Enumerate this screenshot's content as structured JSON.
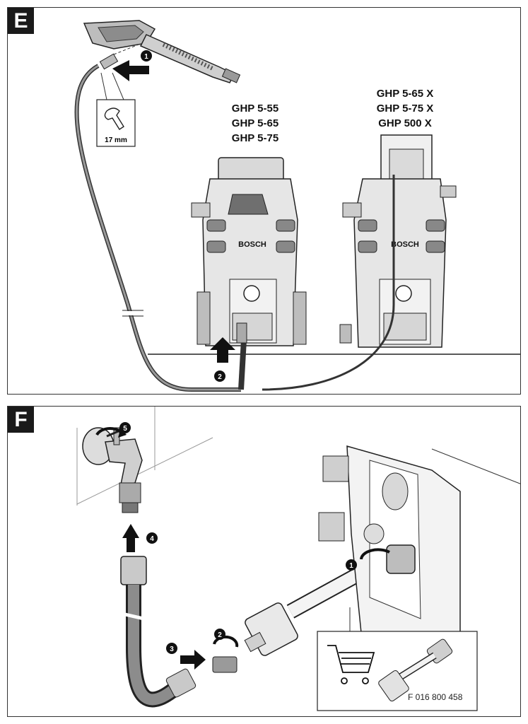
{
  "panel_e": {
    "label": "E",
    "models_left": [
      "GHP 5-55",
      "GHP 5-65",
      "GHP 5-75"
    ],
    "models_right": [
      "GHP 5-65 X",
      "GHP 5-75 X",
      "GHP 500 X"
    ],
    "wrench_size": "17 mm",
    "brand": "BOSCH",
    "steps": [
      "1",
      "2"
    ]
  },
  "panel_f": {
    "label": "F",
    "steps": [
      "1",
      "2",
      "3",
      "4",
      "5"
    ],
    "part_number": "F 016 800 458"
  }
}
